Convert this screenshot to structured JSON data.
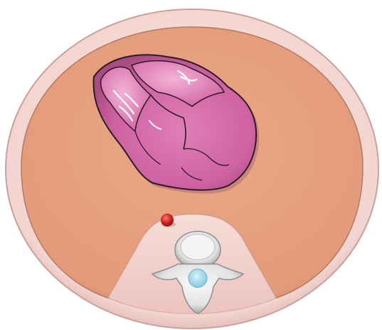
{
  "colors": {
    "background": "#ffffff",
    "body_rim": "#f2d4d0",
    "body_rim_shadow": "#d9a8a2",
    "body_fill": "#e8a080",
    "heart_fill": "#d46aa8",
    "heart_light": "#ec9ccb",
    "heart_outline": "#3a2030",
    "marker": "#cc1f1f",
    "bone": "#e6e6e6",
    "bone_shadow": "#a9a9a9",
    "spinal_canal": "#a8dcec"
  },
  "structures": [
    {
      "name": "body-cross-section",
      "icon": "oval-torso"
    },
    {
      "name": "heart",
      "icon": "heart-section"
    },
    {
      "name": "marker",
      "icon": "red-dot"
    },
    {
      "name": "vertebra",
      "icon": "vertebra"
    },
    {
      "name": "spinal-canal",
      "icon": "blue-circle"
    }
  ]
}
